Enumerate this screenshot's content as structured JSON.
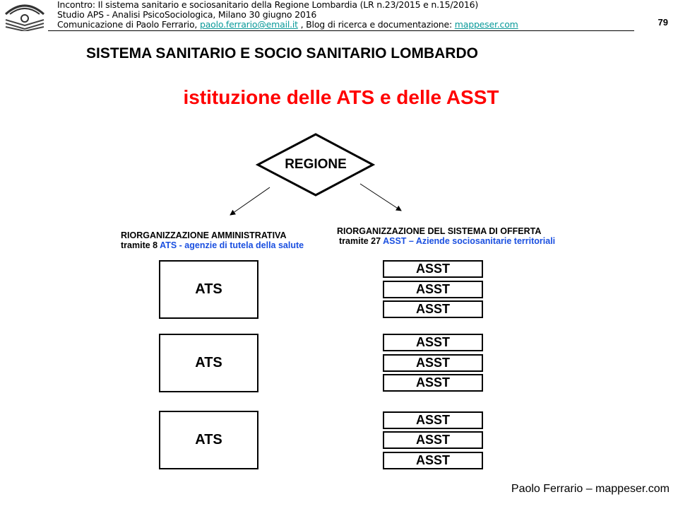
{
  "header": {
    "line1": "Incontro: Il sistema sanitario e sociosanitario della Regione Lombardia  (LR n.23/2015 e n.15/2016)",
    "line2": "Studio APS - Analisi PsicoSociologica, Milano 30 giugno 2016",
    "line3_pre": "Comunicazione  di Paolo Ferrario, ",
    "email": "paolo.ferrario@email.it",
    "line3_mid": "  , Blog di ricerca e documentazione: ",
    "blog": "mappeser.com",
    "page": "79"
  },
  "title": "SISTEMA SANITARIO E SOCIO SANITARIO LOMBARDO",
  "subtitle": "istituzione delle ATS e delle ASST",
  "diagram": {
    "root": "REGIONE",
    "left": {
      "heading": "RIORGANIZZAZIONE  AMMINISTRATIVA",
      "prefix": "tramite  8 ",
      "desc": "ATS - agenzie di tutela della salute",
      "box": "ATS"
    },
    "right": {
      "heading": "RIORGANIZZAZIONE  DEL SISTEMA DI OFFERTA",
      "prefix": "tramite  27 ",
      "desc": "ASST – Aziende sociosanitarie territoriali",
      "box": "ASST"
    }
  },
  "footer": "Paolo Ferrario – mappeser.com"
}
